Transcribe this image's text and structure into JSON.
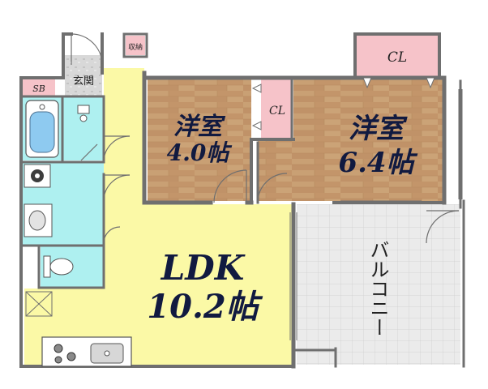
{
  "rooms": {
    "ldk": {
      "name": "LDK",
      "size": "10.2帖"
    },
    "room1": {
      "name": "洋室",
      "size": "4.0帖"
    },
    "room2": {
      "name": "洋室",
      "size": "6.4帖"
    }
  },
  "labels": {
    "genkan": "玄関",
    "shuno": "収納",
    "sb": "SB",
    "cl_small": "CL",
    "cl_top": "CL",
    "balcony": "バルコニー"
  },
  "colors": {
    "wall": "#6f6f6f",
    "ldk": "#fbf9a6",
    "wood": "#c69a6c",
    "water": "#aef0f0",
    "storage": "#f6c3c9",
    "balcony": "#ebebeb",
    "text": "#111a40"
  }
}
